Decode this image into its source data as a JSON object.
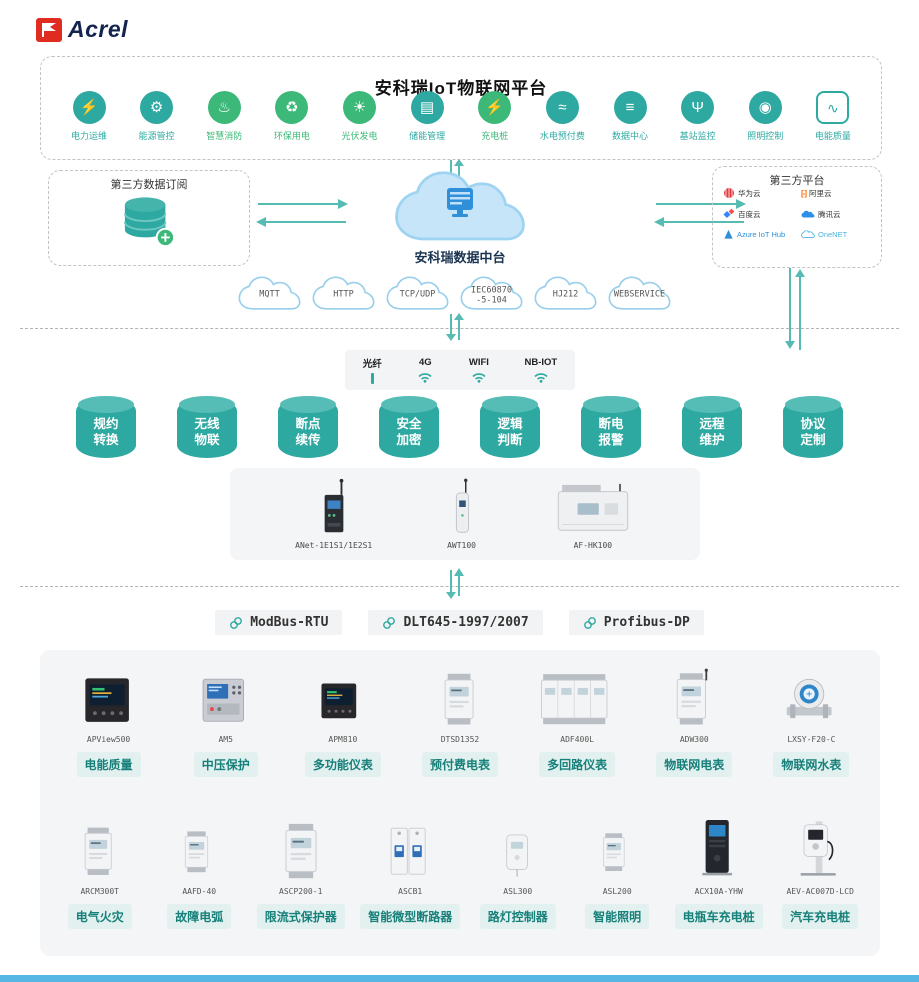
{
  "colors": {
    "accent": "#2EA9A1",
    "green": "#3CB878",
    "blue": "#57B6E3",
    "brand-red": "#E02B20",
    "navy": "#14244E",
    "chip-bg": "#E2F1EF",
    "chip-text": "#17807A"
  },
  "brand": {
    "name": "Acrel"
  },
  "platform": {
    "title": "安科瑞IoT物联网平台",
    "apps": [
      {
        "label": "电力运维"
      },
      {
        "label": "能源管控"
      },
      {
        "label": "智慧消防"
      },
      {
        "label": "环保用电"
      },
      {
        "label": "光伏发电"
      },
      {
        "label": "储能管理"
      },
      {
        "label": "充电桩"
      },
      {
        "label": "水电预付费"
      },
      {
        "label": "数据中心"
      },
      {
        "label": "基站监控"
      },
      {
        "label": "照明控制"
      },
      {
        "label": "电能质量"
      }
    ]
  },
  "hub": {
    "left_box_title": "第三方数据订阅",
    "cloud_label": "安科瑞数据中台",
    "right_box_title": "第三方平台",
    "partners": [
      {
        "label": "华为云"
      },
      {
        "label": "阿里云"
      },
      {
        "label": "百度云"
      },
      {
        "label": "腾讯云"
      },
      {
        "label": "Azure IoT Hub"
      },
      {
        "label": "OneNET"
      }
    ],
    "protocols": [
      {
        "line1": "MQTT"
      },
      {
        "line1": "HTTP"
      },
      {
        "line1": "TCP/UDP"
      },
      {
        "line1": "IEC60870",
        "line2": "-5-104"
      },
      {
        "line1": "HJ212"
      },
      {
        "line1": "WEBSERVICE"
      }
    ]
  },
  "connectivity": {
    "items": [
      {
        "label": "光纤"
      },
      {
        "label": "4G"
      },
      {
        "label": "WIFI"
      },
      {
        "label": "NB-IOT"
      }
    ]
  },
  "features": {
    "items": [
      {
        "line1": "规约",
        "line2": "转换"
      },
      {
        "line1": "无线",
        "line2": "物联"
      },
      {
        "line1": "断点",
        "line2": "续传"
      },
      {
        "line1": "安全",
        "line2": "加密"
      },
      {
        "line1": "逻辑",
        "line2": "判断"
      },
      {
        "line1": "断电",
        "line2": "报警"
      },
      {
        "line1": "远程",
        "line2": "维护"
      },
      {
        "line1": "协议",
        "line2": "定制"
      }
    ]
  },
  "gateways": {
    "items": [
      {
        "model": "ANet-1E1S1/1E2S1"
      },
      {
        "model": "AWT100"
      },
      {
        "model": "AF-HK100"
      }
    ]
  },
  "bus": {
    "items": [
      {
        "label": "ModBus-RTU"
      },
      {
        "label": "DLT645-1997/2007"
      },
      {
        "label": "Profibus-DP"
      }
    ]
  },
  "products": {
    "row1": [
      {
        "model": "APView500",
        "category": "电能质量"
      },
      {
        "model": "AM5",
        "category": "中压保护"
      },
      {
        "model": "APM810",
        "category": "多功能仪表"
      },
      {
        "model": "DTSD1352",
        "category": "预付费电表"
      },
      {
        "model": "ADF400L",
        "category": "多回路仪表"
      },
      {
        "model": "ADW300",
        "category": "物联网电表"
      },
      {
        "model": "LXSY-F20-C",
        "category": "物联网水表"
      }
    ],
    "row2": [
      {
        "model": "ARCM300T",
        "category": "电气火灾"
      },
      {
        "model": "AAFD-40",
        "category": "故障电弧"
      },
      {
        "model": "ASCP200-1",
        "category": "限流式保护器"
      },
      {
        "model": "ASCB1",
        "category": "智能微型断路器"
      },
      {
        "model": "ASL300",
        "category": "路灯控制器"
      },
      {
        "model": "ASL200",
        "category": "智能照明"
      },
      {
        "model": "ACX10A-YHW",
        "category": "电瓶车充电桩"
      },
      {
        "model": "AEV-AC007D-LCD",
        "category": "汽车充电桩"
      }
    ]
  }
}
